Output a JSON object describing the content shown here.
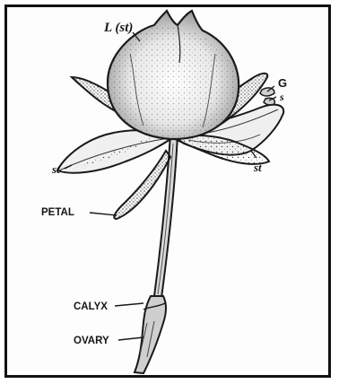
{
  "labels": {
    "top": "L (st)",
    "g": "G",
    "s": "s",
    "st_right": "st",
    "st_left": "st",
    "petal": "PETAL",
    "calyx": "CALYX",
    "ovary": "OVARY"
  }
}
